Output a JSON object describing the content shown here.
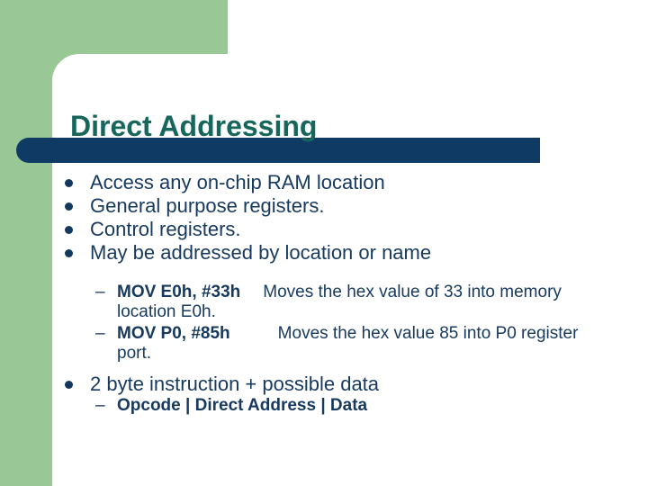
{
  "slide": {
    "title": "Direct Addressing",
    "dash": "–",
    "colors": {
      "background_green": "#99c795",
      "accent_navy": "#0f3a64",
      "title_teal": "#17665c",
      "body_text": "#17395e"
    },
    "bullets": [
      "Access any on-chip RAM location",
      "General purpose registers.",
      "Control registers.",
      "May be addressed by location or name"
    ],
    "examples": [
      {
        "code": "MOV E0h, #33h",
        "desc": "Moves the hex value of 33 into memory",
        "cont": "location E0h."
      },
      {
        "code": "MOV P0, #85h",
        "desc": "Moves the hex value 85 into P0 register",
        "cont": "port."
      }
    ],
    "bullet_last": "2 byte instruction + possible data",
    "sub_last": "Opcode | Direct Address | Data"
  }
}
